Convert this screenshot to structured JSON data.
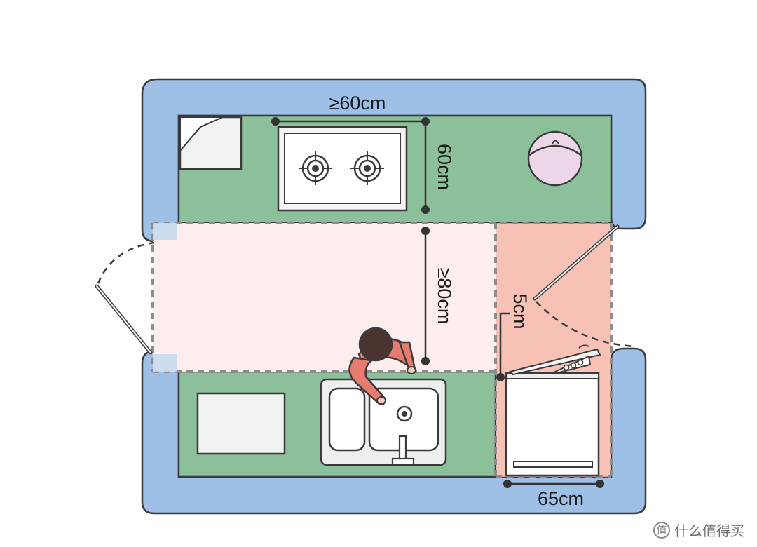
{
  "labels": {
    "stove_width": "≥60cm",
    "stove_depth": "60cm",
    "aisle_width": "≥80cm",
    "dishwasher_gap": "5cm",
    "dishwasher_width": "65cm"
  },
  "watermark": {
    "icon": "值",
    "text": "什么值得买"
  },
  "colors": {
    "wall": "#9fc0e6",
    "counter": "#8cc09a",
    "aisle": "#fdeeed",
    "dishwasher_zone": "#f6b6a8",
    "outline": "#3a3a3a"
  }
}
